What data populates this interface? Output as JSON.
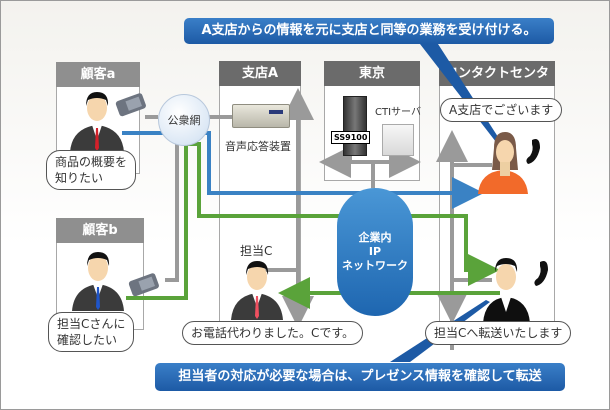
{
  "top_callout": "A支店からの情報を元に支店と同等の業務を受け付ける。",
  "bottom_callout": "担当者の対応が必要な場合は、プレゼンス情報を確認して転送",
  "panels": {
    "customer_a": "顧客a",
    "customer_b": "顧客b",
    "branch_a": "支店A",
    "tokyo": "東京",
    "contact_center": "コンタクトセンタ"
  },
  "labels": {
    "public_network": "公衆網",
    "ivr": "音声応答装置",
    "cti_server": "CTIサーバ",
    "ss9100": "SS9100",
    "staff_c": "担当C",
    "ip_network": [
      "企業内",
      "IP",
      "ネットワーク"
    ]
  },
  "bubbles": {
    "customer_a": [
      "商品の概要を",
      "知りたい"
    ],
    "customer_b": [
      "担当Cさんに",
      "確認したい"
    ],
    "staff_c": "お電話代わりました。Cです。",
    "operator_1": "A支店でございます",
    "operator_2": "担当Cへ転送いたします"
  },
  "colors": {
    "callout_blue": "#1d5aa5",
    "line_blue": "#3a82c4",
    "line_green": "#5aa33a",
    "line_gray": "#9a9a9a",
    "panel_head_dark": "#6b6b6b",
    "panel_head_light": "#8f8f8f",
    "operator_orange": "#f26a2a"
  }
}
